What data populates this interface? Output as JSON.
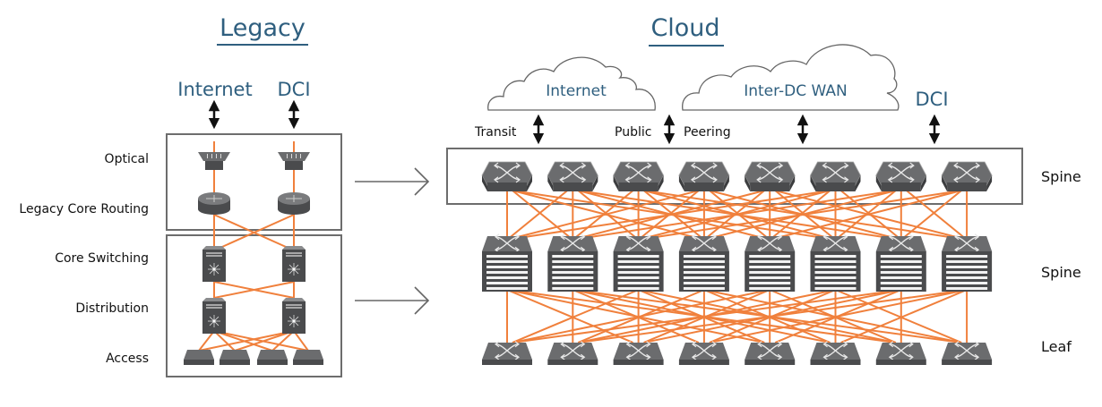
{
  "legacy": {
    "title": "Legacy",
    "top_labels": [
      "Internet",
      "DCI"
    ],
    "layer_labels": [
      "Optical",
      "Legacy Core Routing",
      "Core Switching",
      "Distribution",
      "Access"
    ]
  },
  "cloud": {
    "title": "Cloud",
    "clouds": [
      "Internet",
      "Inter-DC WAN"
    ],
    "dci_label": "DCI",
    "link_labels": {
      "transit": "Transit",
      "public": "Public",
      "peering": "Peering"
    },
    "tier_labels": {
      "spine_top": "Spine",
      "spine_mid": "Spine",
      "leaf": "Leaf"
    },
    "spine_count": 8,
    "mid_spine_count": 8,
    "leaf_count": 8
  },
  "colors": {
    "title_blue": "#2f5f7f",
    "link_orange": "#f0803c",
    "device_gray": "#6b6c6e",
    "device_dark": "#4a4b4d",
    "box_border": "#6d6d6d"
  }
}
